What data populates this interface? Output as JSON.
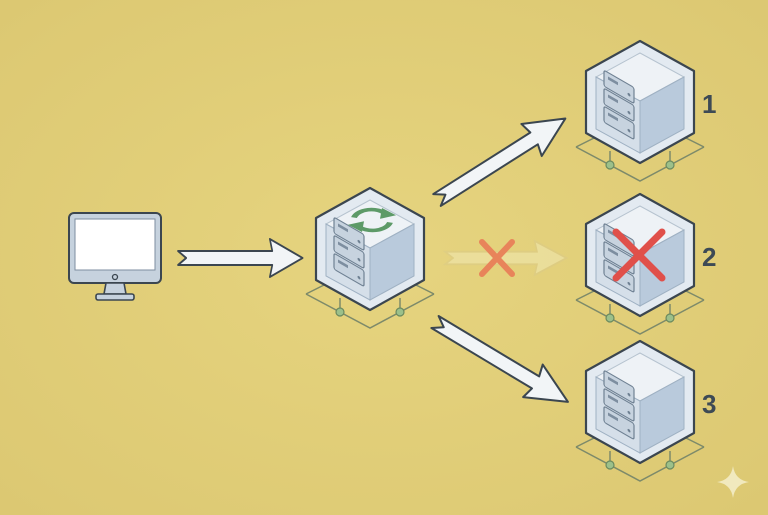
{
  "diagram": {
    "client": {
      "icon": "monitor-icon"
    },
    "load_balancer": {
      "icon": "refresh-icon",
      "accent": "#6fae7a"
    },
    "servers": [
      {
        "label": "1",
        "status": "healthy"
      },
      {
        "label": "2",
        "status": "failed"
      },
      {
        "label": "3",
        "status": "healthy"
      }
    ],
    "colors": {
      "background": "#e2cf78",
      "cube": "#dfe7ef",
      "outline": "#3b4650",
      "failed": "#e0504a",
      "blocked_x": "#e8845a"
    }
  }
}
